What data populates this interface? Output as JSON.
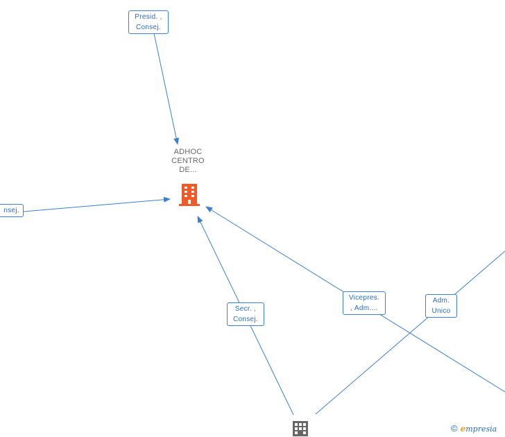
{
  "central_node": {
    "name_lines": [
      "ADHOC",
      "CENTRO",
      "DE..."
    ],
    "icon": "building-icon",
    "icon_color": "#f05a28"
  },
  "secondary_node": {
    "icon": "building-icon",
    "icon_color": "#666666"
  },
  "edge_labels": {
    "presid": [
      "Presid. ,",
      "Consej."
    ],
    "consej_left": [
      "nsej."
    ],
    "secr": [
      "Secr. ,",
      "Consej."
    ],
    "vicepres": [
      "Vicepres.",
      ", Adm...."
    ],
    "adm_unico": [
      "Adm.",
      "Unico"
    ]
  },
  "brand": {
    "copyright": "©",
    "e": "e",
    "rest": "mpresia"
  },
  "colors": {
    "edge": "#3a7fd0",
    "label_text": "#2a6cc0",
    "central": "#f05a28",
    "secondary": "#666666"
  }
}
